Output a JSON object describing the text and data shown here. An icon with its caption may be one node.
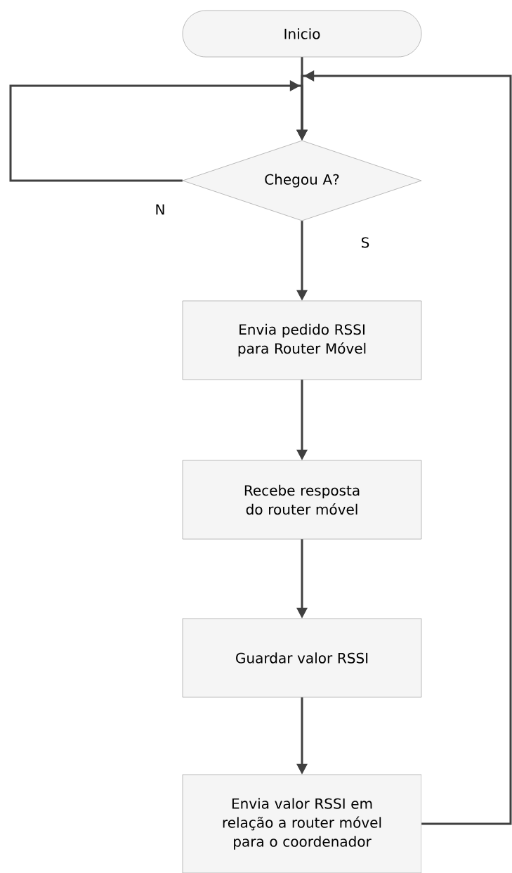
{
  "diagram": {
    "nodes": [
      {
        "text": [
          "Inicio"
        ]
      },
      {
        "text": [
          "Chegou A?"
        ]
      },
      {
        "text": [
          "Envia pedido RSSI para Router Móvel"
        ]
      },
      {
        "text": [
          "Recebe resposta do router móvel"
        ]
      },
      {
        "text": [
          "Guardar valor RSSI"
        ]
      },
      {
        "text": [
          "Envia valor RSSI em relação a router móvel para o coordenador"
        ]
      }
    ],
    "edges": [
      {
        "from": 0,
        "to": 1,
        "arrow": "to"
      },
      {
        "from": 1,
        "to": 1,
        "arrow": "to",
        "label": "N"
      },
      {
        "from": 1,
        "to": 2,
        "arrow": "to",
        "label": "S"
      },
      {
        "from": 2,
        "to": 3,
        "arrow": "to"
      },
      {
        "from": 3,
        "to": 4,
        "arrow": "to"
      },
      {
        "from": 4,
        "to": 5,
        "arrow": "to"
      },
      {
        "from": 5,
        "to": 1,
        "arrow": "to"
      }
    ]
  }
}
